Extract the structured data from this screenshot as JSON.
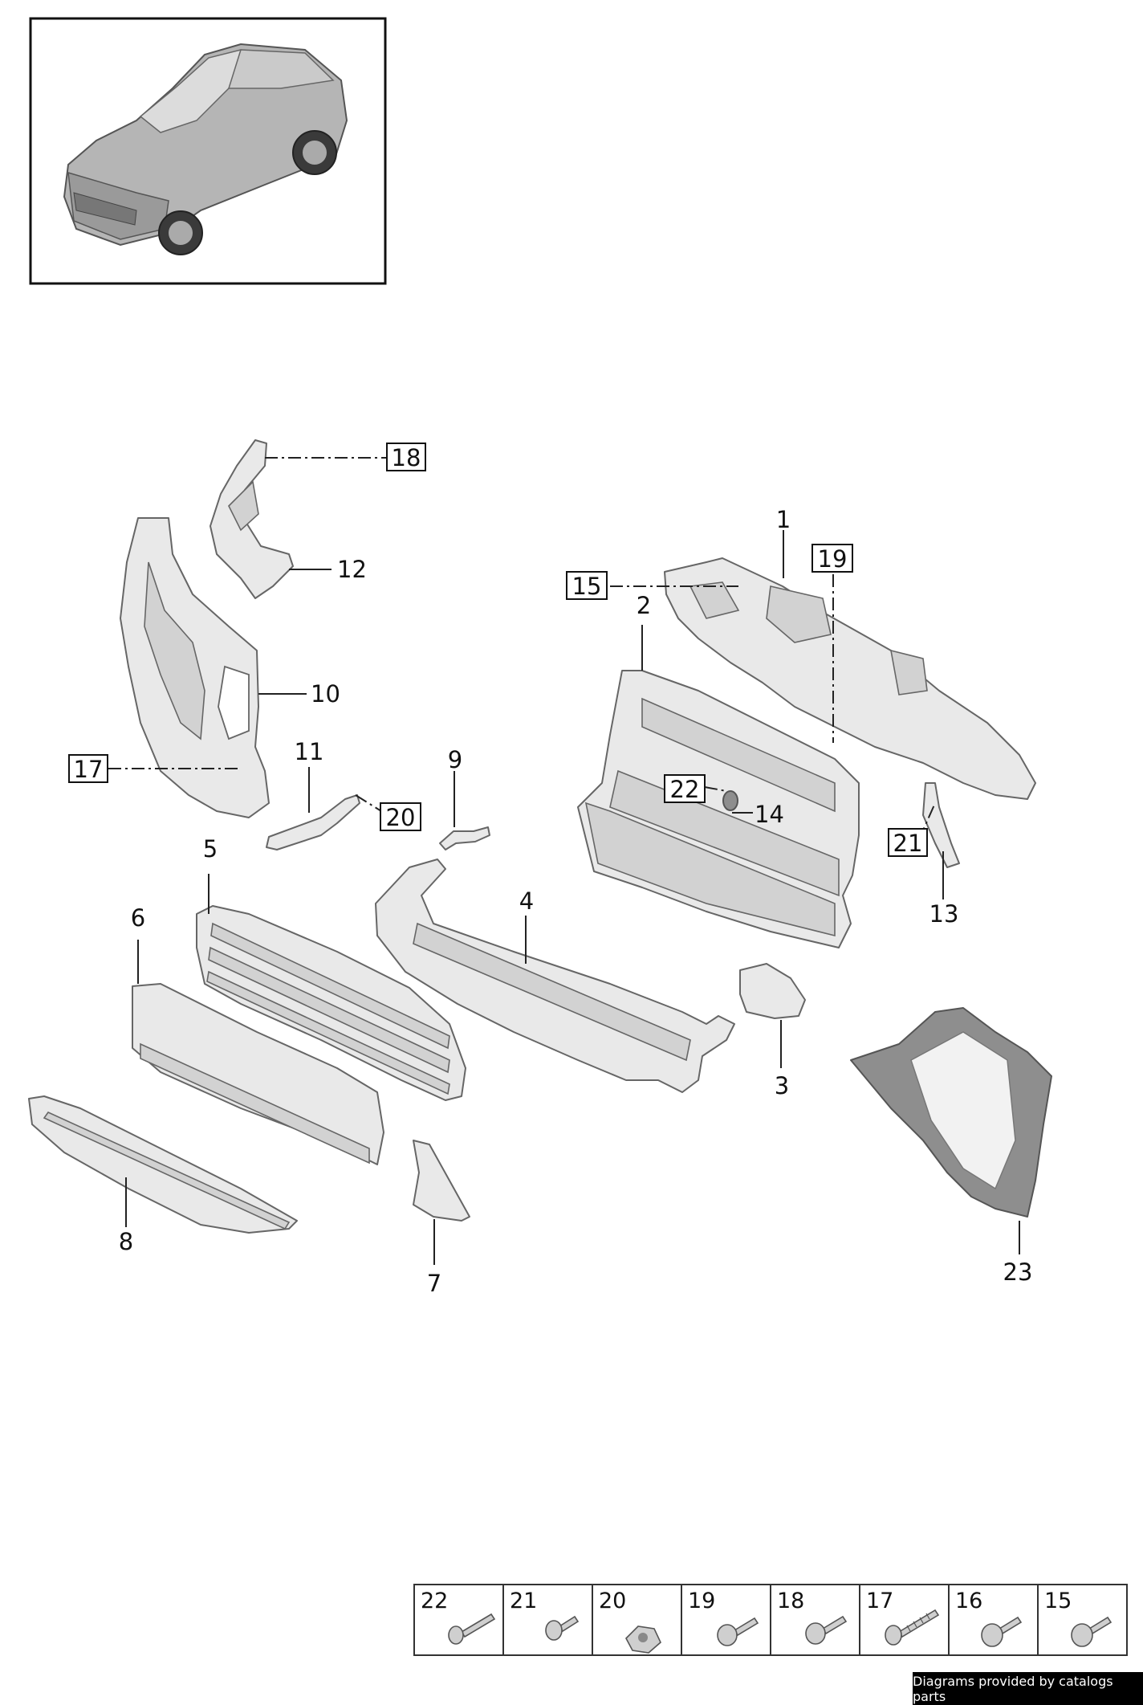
{
  "callouts": {
    "c1": "1",
    "c2": "2",
    "c3": "3",
    "c4": "4",
    "c5": "5",
    "c6": "6",
    "c7": "7",
    "c8": "8",
    "c9": "9",
    "c10": "10",
    "c11": "11",
    "c12": "12",
    "c13": "13",
    "c14": "14",
    "c23": "23"
  },
  "boxed_callouts": {
    "b15": "15",
    "b17": "17",
    "b18": "18",
    "b19": "19",
    "b20": "20",
    "b21": "21",
    "b22": "22"
  },
  "fastener_legend": [
    "22",
    "21",
    "20",
    "19",
    "18",
    "17",
    "16",
    "15"
  ],
  "footer": {
    "credit": "Diagrams provided by catalogs parts"
  }
}
